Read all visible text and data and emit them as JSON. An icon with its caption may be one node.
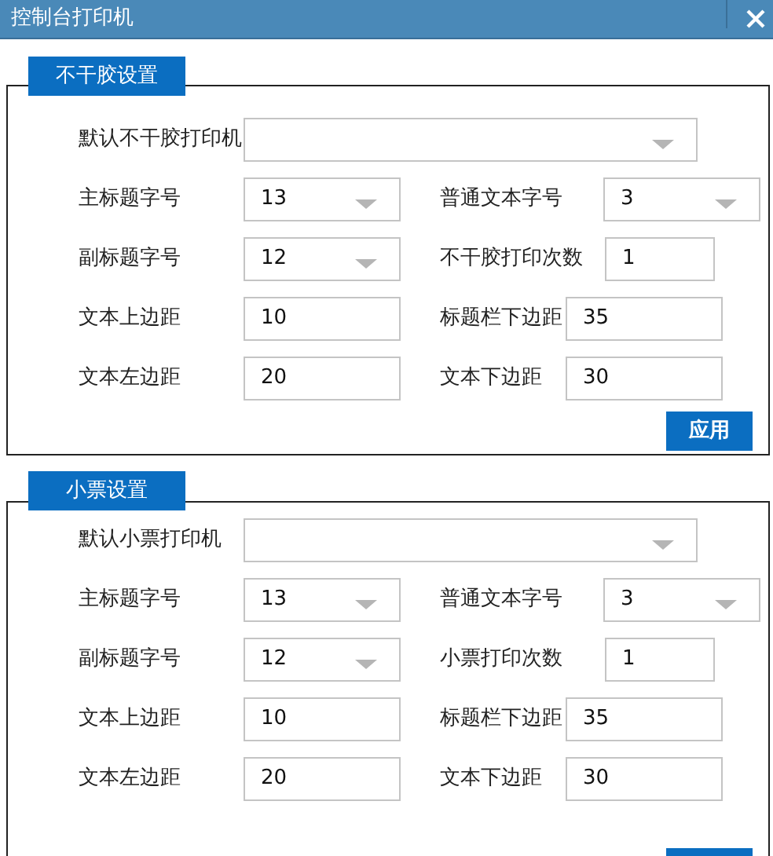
{
  "diagram": {
    "title": "控制台打印机",
    "nodes": [
      {
        "text": [
          "不干胶设置"
        ]
      },
      {
        "text": [],
        "shape": "box",
        "in": 0,
        "beside": [
          "默认不干胶打印机"
        ]
      },
      {
        "text": [
          "13"
        ],
        "in": 0,
        "beside": [
          "主标题字号"
        ]
      },
      {
        "text": [
          "3"
        ],
        "in": 0
      },
      {
        "text": [
          "12"
        ],
        "in": 0,
        "beside": [
          "副标题字号"
        ]
      },
      {
        "text": [
          "1"
        ],
        "in": 0,
        "beside": [
          "不干胶打印次数"
        ]
      },
      {
        "text": [
          "10"
        ],
        "in": 0,
        "beside": [
          "文本上边距"
        ]
      },
      {
        "text": [
          "35"
        ],
        "in": 0,
        "beside": [
          "标题栏下边距"
        ]
      },
      {
        "text": [
          "20"
        ],
        "in": 0,
        "beside": [
          "文本左边距"
        ]
      },
      {
        "text": [
          "30"
        ],
        "in": 0,
        "beside": [
          "文本下边距"
        ]
      },
      {
        "text": [
          "应用"
        ],
        "in": 0
      },
      {
        "text": [
          "小票设置"
        ]
      },
      {
        "text": [],
        "shape": "box",
        "in": 11,
        "beside": [
          "默认小票打印机"
        ]
      },
      {
        "text": [
          "13"
        ],
        "in": 11,
        "beside": [
          "主标题字号"
        ]
      },
      {
        "text": [
          "3"
        ],
        "in": 11
      },
      {
        "text": [
          "12"
        ],
        "in": 11,
        "beside": [
          "副标题字号"
        ]
      },
      {
        "text": [
          "1"
        ],
        "in": 11,
        "beside": [
          "小票打印次数"
        ]
      },
      {
        "text": [
          "10"
        ],
        "in": 11,
        "beside": [
          "文本上边距"
        ]
      },
      {
        "text": [
          "35"
        ],
        "in": 11,
        "beside": [
          "标题栏下边距"
        ]
      },
      {
        "text": [
          "20"
        ],
        "in": 11,
        "beside": [
          "文本左边距"
        ]
      },
      {
        "text": [
          "30"
        ],
        "in": 11,
        "beside": [
          "文本下边距"
        ]
      },
      {
        "text": [],
        "shape": "bar",
        "in": 11
      }
    ],
    "labels": [
      "普通文本字号",
      "普通文本字号"
    ]
  }
}
